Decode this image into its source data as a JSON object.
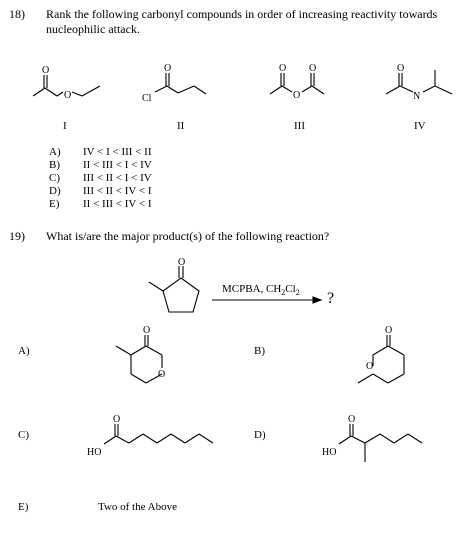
{
  "q18": {
    "number": "18)",
    "text_line1": "Rank the following carbonyl compounds in order of increasing reactivity towards",
    "text_line2": "nucleophilic attack.",
    "compounds": [
      {
        "numeral": "I",
        "atoms": [
          "O",
          "O"
        ]
      },
      {
        "numeral": "II",
        "atoms": [
          "O",
          "Cl"
        ]
      },
      {
        "numeral": "III",
        "atoms": [
          "O",
          "O",
          "O"
        ]
      },
      {
        "numeral": "IV",
        "atoms": [
          "O",
          "N"
        ]
      }
    ],
    "choices": [
      {
        "letter": "A)",
        "text": "IV < I < III < II"
      },
      {
        "letter": "B)",
        "text": "II < III < I < IV"
      },
      {
        "letter": "C)",
        "text": "III < II < I < IV"
      },
      {
        "letter": "D)",
        "text": "III < II < IV < I"
      },
      {
        "letter": "E)",
        "text": "II < III < IV < I"
      }
    ]
  },
  "q19": {
    "number": "19)",
    "text": "What is/are the major product(s) of the following reaction?",
    "reagent": "MCPBA, CH2Cl2",
    "product_mark": "?",
    "atoms": {
      "reactant_O": "O",
      "a_O1": "O",
      "a_O2": "O",
      "b_O1": "O",
      "b_O2": "O",
      "c_O": "O",
      "c_HO": "HO",
      "d_O": "O",
      "d_HO": "HO"
    },
    "answers": [
      {
        "letter": "A)"
      },
      {
        "letter": "B)"
      },
      {
        "letter": "C)"
      },
      {
        "letter": "D)"
      },
      {
        "letter": "E)",
        "text": "Two of the Above"
      }
    ]
  }
}
